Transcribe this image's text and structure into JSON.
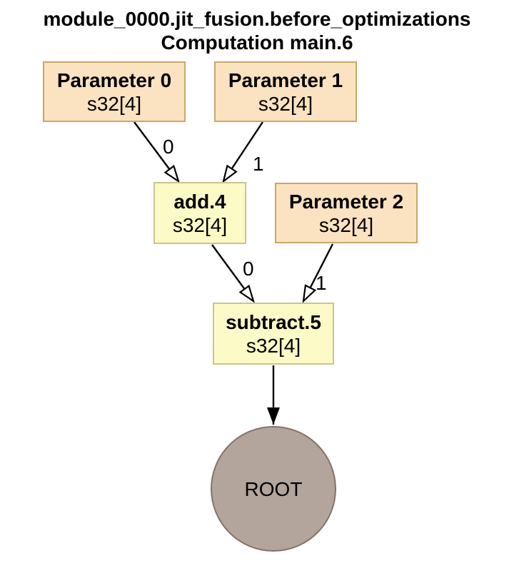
{
  "title": {
    "line1": "module_0000.jit_fusion.before_optimizations",
    "line2": "Computation main.6"
  },
  "nodes": {
    "param0": {
      "label": "Parameter 0",
      "dtype": "s32[4]"
    },
    "param1": {
      "label": "Parameter 1",
      "dtype": "s32[4]"
    },
    "param2": {
      "label": "Parameter 2",
      "dtype": "s32[4]"
    },
    "add4": {
      "label": "add.4",
      "dtype": "s32[4]"
    },
    "subtract5": {
      "label": "subtract.5",
      "dtype": "s32[4]"
    },
    "root": {
      "label": "ROOT"
    }
  },
  "edges": {
    "param0_to_add4": {
      "label": "0"
    },
    "param1_to_add4": {
      "label": "1"
    },
    "add4_to_subtract5": {
      "label": "0"
    },
    "param2_to_subtract5": {
      "label": "1"
    }
  },
  "colors": {
    "parameter_fill": "#fbe2c0",
    "parameter_border": "#c9a76b",
    "op_fill": "#fcfac6",
    "op_border": "#cbc48c",
    "root_fill": "#b3a49c",
    "root_border": "#85736b",
    "edge": "#000000",
    "background": "#ffffff",
    "text": "#000000"
  }
}
